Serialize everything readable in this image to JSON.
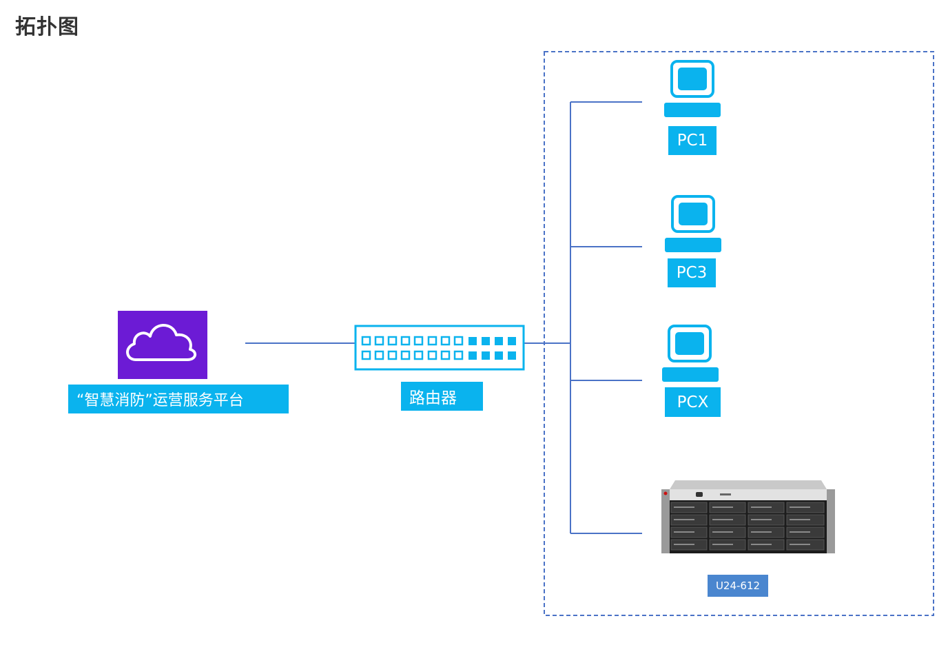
{
  "title": "拓扑图",
  "colors": {
    "accent": "#0ab3ee",
    "cloud_bg": "#6c1bd5",
    "line": "#4a72c6",
    "server_label": "#4a86cf",
    "title": "#333333"
  },
  "nodes": {
    "cloud": {
      "label": "“智慧消防”运营服务平台",
      "icon": "cloud-icon"
    },
    "router": {
      "label": "路由器",
      "icon": "switch-icon"
    },
    "pc1": {
      "label": "PC1",
      "icon": "computer-icon"
    },
    "pc3": {
      "label": "PC3",
      "icon": "computer-icon"
    },
    "pcx": {
      "label": "PCX",
      "icon": "computer-icon"
    },
    "server": {
      "label": "U24-612",
      "icon": "rack-server-icon"
    }
  }
}
